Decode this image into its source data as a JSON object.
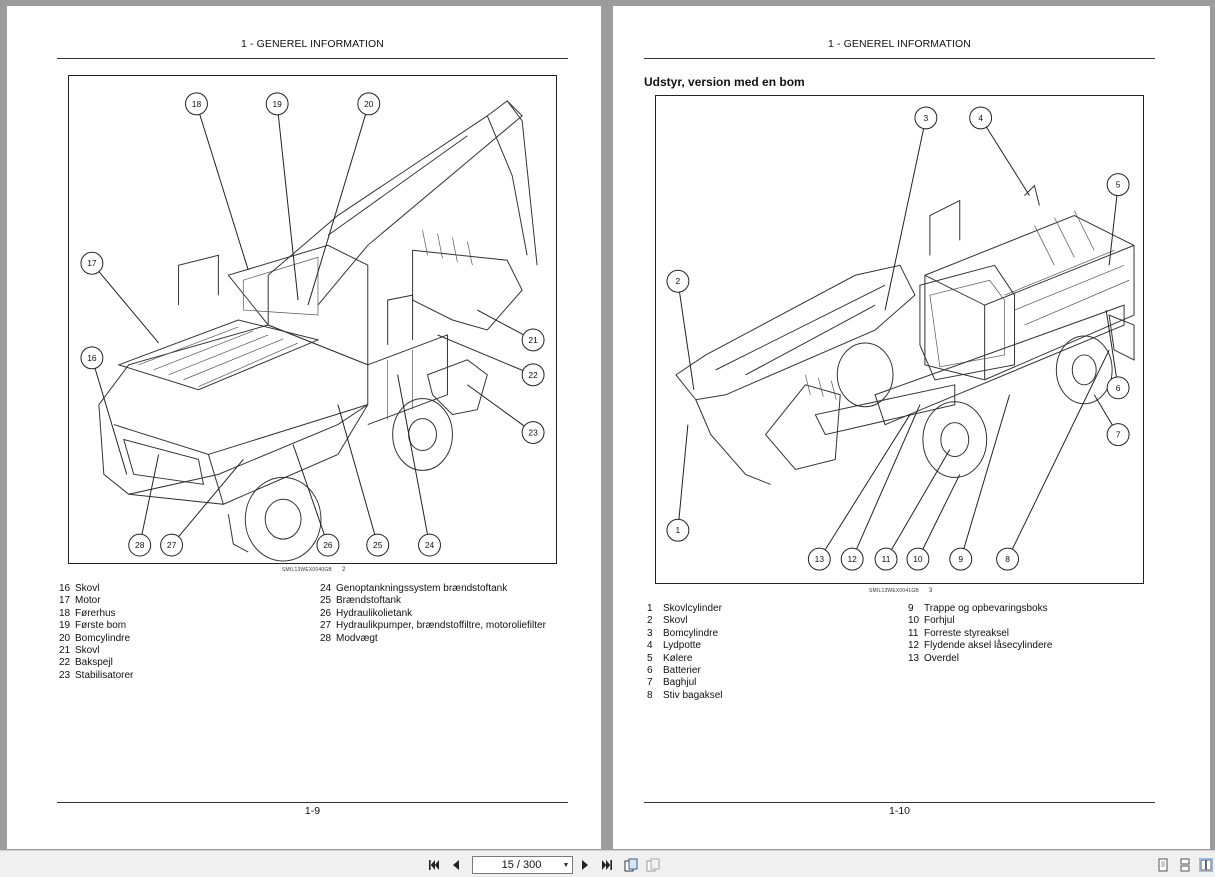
{
  "viewer": {
    "page_indicator": "15 / 300",
    "icons": [
      "first-page-icon",
      "prev-page-icon",
      "next-page-icon",
      "last-page-icon",
      "rotate-view-icon",
      "fit-view-icon",
      "single-page-view-icon",
      "continuous-view-icon",
      "two-page-view-icon"
    ]
  },
  "left_page": {
    "header": "1 - GENEREL INFORMATION",
    "figure": {
      "code": "SMIL13WEX0040GB",
      "number": "2",
      "callouts": [
        "16",
        "17",
        "18",
        "19",
        "20",
        "21",
        "22",
        "23",
        "24",
        "25",
        "26",
        "27",
        "28"
      ]
    },
    "legend_col1": [
      {
        "n": "16",
        "label": "Skovl"
      },
      {
        "n": "17",
        "label": "Motor"
      },
      {
        "n": "18",
        "label": "Førerhus"
      },
      {
        "n": "19",
        "label": "Første bom"
      },
      {
        "n": "20",
        "label": "Bomcylindre"
      },
      {
        "n": "21",
        "label": "Skovl"
      },
      {
        "n": "22",
        "label": "Bakspejl"
      },
      {
        "n": "23",
        "label": "Stabilisatorer"
      }
    ],
    "legend_col2": [
      {
        "n": "24",
        "label": "Genoptankningssystem brændstoftank"
      },
      {
        "n": "25",
        "label": "Brændstoftank"
      },
      {
        "n": "26",
        "label": "Hydraulikolietank"
      },
      {
        "n": "27",
        "label": "Hydraulikpumper, brændstoffiltre, motoroliefilter"
      },
      {
        "n": "28",
        "label": "Modvægt"
      }
    ],
    "page_number": "1-9"
  },
  "right_page": {
    "header": "1 - GENEREL INFORMATION",
    "section_title": "Udstyr, version med en bom",
    "figure": {
      "code": "SMIL13WEX0041GB",
      "number": "3",
      "callouts": [
        "1",
        "2",
        "3",
        "4",
        "5",
        "6",
        "7",
        "8",
        "9",
        "10",
        "11",
        "12",
        "13"
      ]
    },
    "legend_col1": [
      {
        "n": "1",
        "label": "Skovlcylinder"
      },
      {
        "n": "2",
        "label": "Skovl"
      },
      {
        "n": "3",
        "label": "Bomcylindre"
      },
      {
        "n": "4",
        "label": "Lydpotte"
      },
      {
        "n": "5",
        "label": "Kølere"
      },
      {
        "n": "6",
        "label": "Batterier"
      },
      {
        "n": "7",
        "label": "Baghjul"
      },
      {
        "n": "8",
        "label": "Stiv bagaksel"
      }
    ],
    "legend_col2": [
      {
        "n": "9",
        "label": "Trappe og opbevaringsboks"
      },
      {
        "n": "10",
        "label": "Forhjul"
      },
      {
        "n": "11",
        "label": "Forreste styreaksel"
      },
      {
        "n": "12",
        "label": "Flydende aksel låsecylindere"
      },
      {
        "n": "13",
        "label": "Overdel"
      }
    ],
    "page_number": "1-10"
  }
}
